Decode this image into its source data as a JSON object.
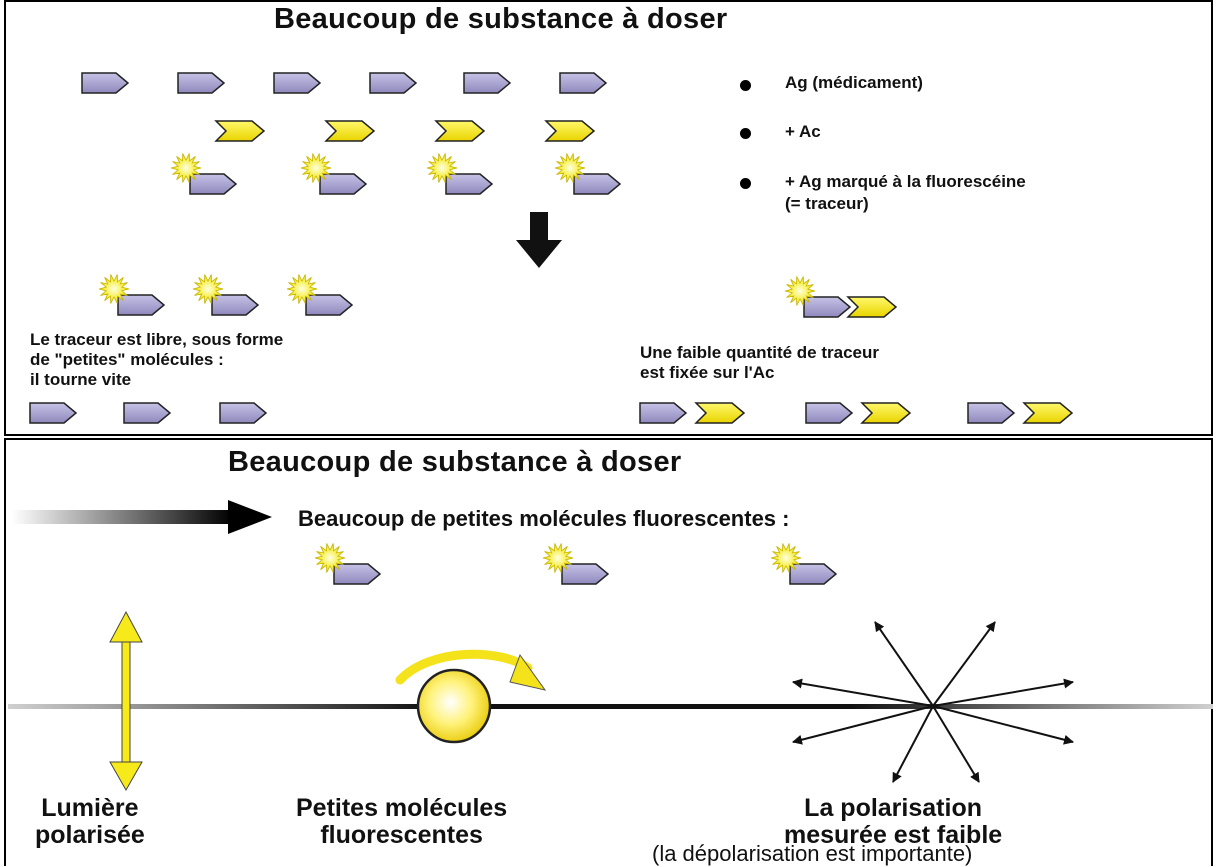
{
  "top": {
    "title": "Beaucoup de substance à doser",
    "legend": [
      {
        "text": "Ag (médicament)"
      },
      {
        "text": "+ Ac"
      },
      {
        "text": "+ Ag marqué à la fluorescéine",
        "text2": "(= traceur)"
      }
    ],
    "left_caption": "Le traceur est libre, sous forme\nde \"petites\" molécules :\nil tourne vite",
    "right_caption": "Une faible quantité de traceur\nest fixée sur l'Ac"
  },
  "bottom": {
    "title": "Beaucoup de substance à doser",
    "arrow_caption": "Beaucoup de petites molécules fluorescentes :",
    "label_light": "Lumière\npolarisée",
    "label_molecules": "Petites molécules\nfluorescentes",
    "label_polarisation": "La polarisation\nmesurée est faible",
    "label_polarisation_note": "(la dépolarisation est importante)"
  },
  "colors": {
    "antigen": "#a9a4cf",
    "antibody": "#f4ea1a",
    "star": "#f7f05a",
    "border": "#000000"
  },
  "icons": [
    "antigen-shape",
    "antibody-shape",
    "fluorescein-star",
    "down-arrow",
    "gradient-arrow",
    "double-arrow",
    "rotation-arrow",
    "scatter-arrows"
  ]
}
